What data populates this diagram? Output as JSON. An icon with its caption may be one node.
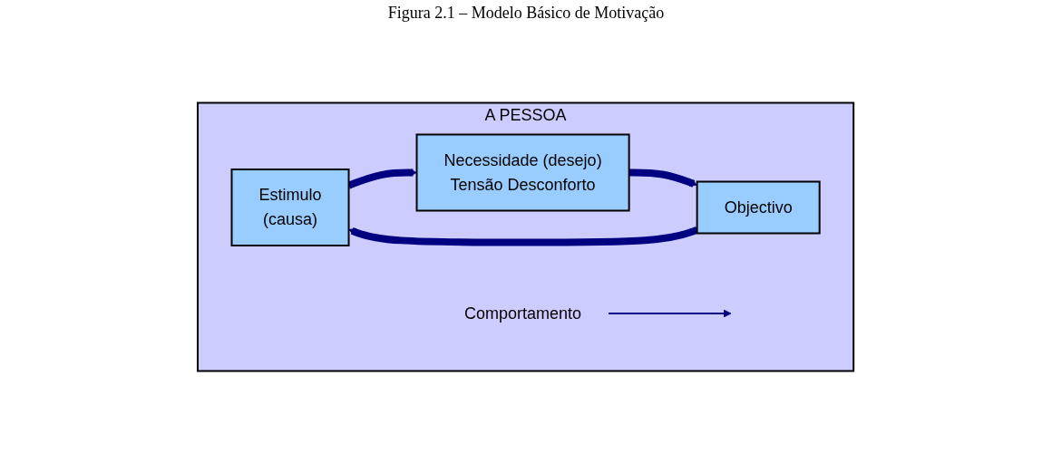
{
  "diagram": {
    "title": "Figura 2.1 – Modelo Básico de Motivação",
    "nodes": [
      {
        "text": [
          "A PESSOA"
        ]
      },
      {
        "text": [
          "Estimulo",
          "(causa)"
        ],
        "in": 0
      },
      {
        "text": [
          "Necessidade (desejo)",
          "Tensão Desconforto"
        ],
        "in": 0
      },
      {
        "text": [
          "Objectivo"
        ],
        "in": 0
      },
      {
        "text": [
          "Comportamento"
        ],
        "in": 0
      }
    ],
    "edges": [
      {
        "from": 1,
        "to": 2,
        "arrow": "to"
      },
      {
        "from": 2,
        "to": 3,
        "arrow": "to"
      },
      {
        "from": 3,
        "to": 1,
        "arrow": "to"
      },
      {
        "from": 4,
        "to": null,
        "arrow": "to"
      }
    ]
  }
}
